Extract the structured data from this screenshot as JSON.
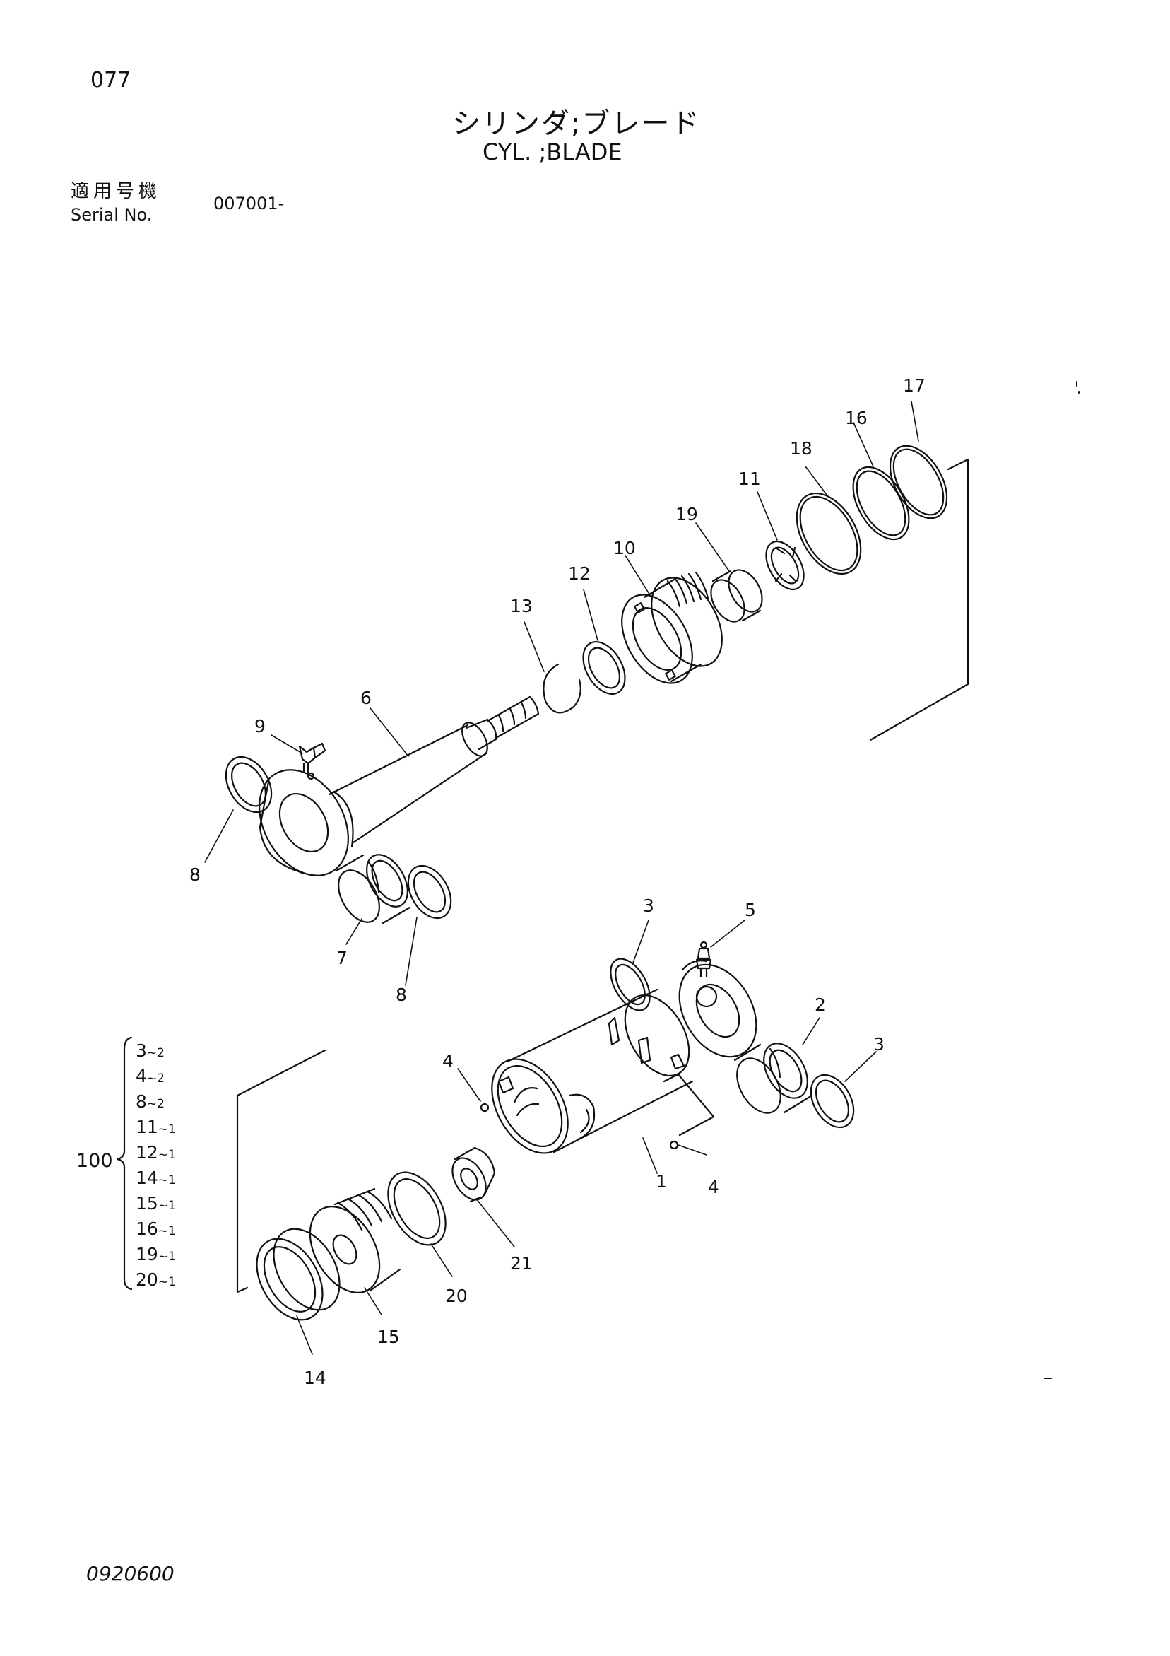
{
  "page_number": "077",
  "title_jp": "シリンダ;ブレード",
  "title_en": "CYL. ;BLADE",
  "serial": {
    "label_jp": "適用号機",
    "label_en": "Serial No.",
    "value": "007001-"
  },
  "doc_code": "0920600",
  "kit": {
    "number": "100",
    "items": [
      {
        "part": "3",
        "qty": "~2"
      },
      {
        "part": "4",
        "qty": "~2"
      },
      {
        "part": "8",
        "qty": "~2"
      },
      {
        "part": "11",
        "qty": "~1"
      },
      {
        "part": "12",
        "qty": "~1"
      },
      {
        "part": "14",
        "qty": "~1"
      },
      {
        "part": "15",
        "qty": "~1"
      },
      {
        "part": "16",
        "qty": "~1"
      },
      {
        "part": "19",
        "qty": "~1"
      },
      {
        "part": "20",
        "qty": "~1"
      }
    ]
  },
  "callouts": [
    "1",
    "2",
    "3",
    "3",
    "4",
    "4",
    "5",
    "6",
    "7",
    "8",
    "8",
    "9",
    "10",
    "11",
    "12",
    "13",
    "14",
    "15",
    "16",
    "17",
    "18",
    "19",
    "20",
    "21"
  ]
}
